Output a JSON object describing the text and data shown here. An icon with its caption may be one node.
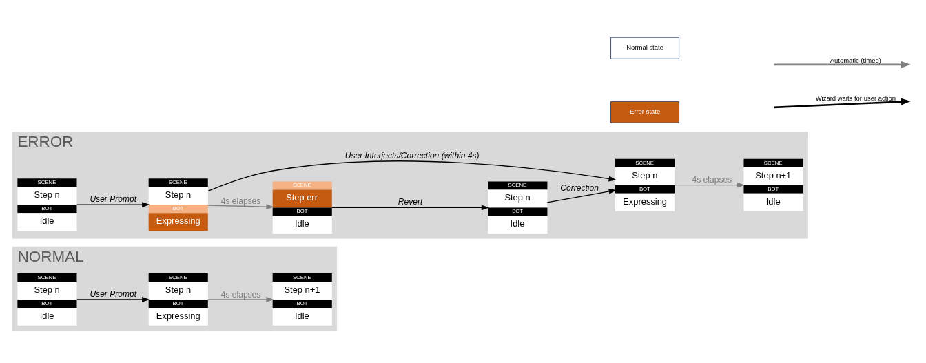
{
  "diagram": {
    "nodes": [
      {
        "text": [
          "NORMAL"
        ]
      },
      {
        "text": [
          "SCENE",
          "Step n",
          "BOT",
          "Idle"
        ],
        "in": 0
      },
      {
        "text": [
          "SCENE",
          "Step n",
          "BOT",
          "Expressing"
        ],
        "in": 0
      },
      {
        "text": [
          "SCENE",
          "Step n+1",
          "BOT",
          "Idle"
        ],
        "in": 0
      },
      {
        "text": [
          "ERROR"
        ]
      },
      {
        "text": [
          "SCENE",
          "Step n",
          "BOT",
          "Idle"
        ],
        "in": 4
      },
      {
        "text": [
          "SCENE",
          "Step n",
          "BOT",
          "Expressing"
        ],
        "in": 4
      },
      {
        "text": [
          "SCENE",
          "Step err",
          "BOT",
          "Idle"
        ],
        "in": 4
      },
      {
        "text": [
          "SCENE",
          "Step n",
          "BOT",
          "Idle"
        ],
        "in": 4
      },
      {
        "text": [
          "SCENE",
          "Step n",
          "BOT",
          "Expressing"
        ],
        "in": 4
      },
      {
        "text": [
          "SCENE",
          "Step n+1",
          "BOT",
          "Idle"
        ],
        "in": 4
      }
    ],
    "edges": [
      {
        "from": 1,
        "to": 2,
        "arrow": "to",
        "label": "User Prompt"
      },
      {
        "from": 2,
        "to": 3,
        "arrow": "to",
        "label": "4s elapses",
        "color": "#808080"
      },
      {
        "from": 5,
        "to": 6,
        "arrow": "to",
        "label": "User Prompt"
      },
      {
        "from": 6,
        "to": 9,
        "arrow": "to",
        "label": "User Interjects/Correction (within 4s)"
      },
      {
        "from": 6,
        "to": 7,
        "arrow": "to",
        "label": "4s elapses",
        "color": "#808080"
      },
      {
        "from": 7,
        "to": 8,
        "arrow": "to",
        "label": "Revert"
      },
      {
        "from": 8,
        "to": 9,
        "arrow": "to",
        "label": "Correction"
      },
      {
        "from": 9,
        "to": 10,
        "arrow": "to",
        "label": "4s elapses",
        "color": "#808080"
      }
    ],
    "legend": [
      {
        "text": "Normal state",
        "color": "#ffffff"
      },
      {
        "text": "Error state",
        "color": "#c55a11"
      },
      {
        "text": "Automatic (timed)"
      },
      {
        "text": "Wizard waits for user action"
      }
    ]
  }
}
